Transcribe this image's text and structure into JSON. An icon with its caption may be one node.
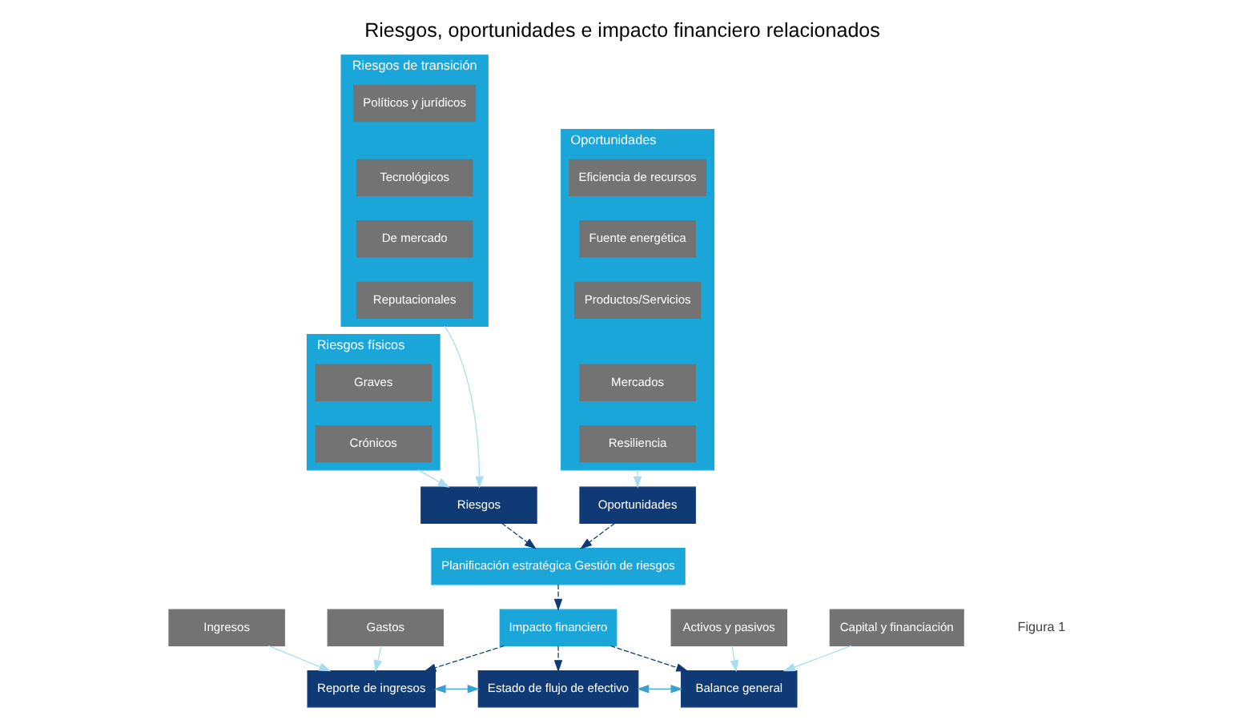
{
  "diagram": {
    "title": "Riesgos, oportunidades e impacto financiero relacionados",
    "nodes": [
      {
        "text": [
          "Riesgos de transición"
        ]
      },
      {
        "text": [
          "Políticos y jurídicos"
        ],
        "in": 0
      },
      {
        "text": [
          "Tecnológicos"
        ],
        "in": 0
      },
      {
        "text": [
          "De mercado"
        ],
        "in": 0
      },
      {
        "text": [
          "Reputacionales"
        ],
        "in": 0
      },
      {
        "text": [
          "Riesgos físicos"
        ]
      },
      {
        "text": [
          "Graves"
        ],
        "in": 5
      },
      {
        "text": [
          "Crónicos"
        ],
        "in": 5
      },
      {
        "text": [
          "Oportunidades"
        ]
      },
      {
        "text": [
          "Eficiencia de recursos"
        ],
        "in": 8
      },
      {
        "text": [
          "Fuente energética"
        ],
        "in": 8
      },
      {
        "text": [
          "Productos/Servicios"
        ],
        "in": 8
      },
      {
        "text": [
          "Mercados"
        ],
        "in": 8
      },
      {
        "text": [
          "Resiliencia"
        ],
        "in": 8
      },
      {
        "text": [
          "Riesgos"
        ]
      },
      {
        "text": [
          "Oportunidades"
        ]
      },
      {
        "text": [
          "Planificación estratégica Gestión de riesgos"
        ]
      },
      {
        "text": [
          "Impacto financiero"
        ]
      },
      {
        "text": [
          "Reporte de ingresos"
        ]
      },
      {
        "text": [
          "Estado de flujo de efectivo"
        ]
      },
      {
        "text": [
          "Balance general"
        ]
      },
      {
        "text": [
          "Ingresos"
        ]
      },
      {
        "text": [
          "Gastos"
        ]
      },
      {
        "text": [
          "Activos y pasivos"
        ]
      },
      {
        "text": [
          "Capital y financiación"
        ]
      }
    ],
    "edges": [
      {
        "from": 0,
        "to": 14,
        "arrow": "to",
        "color": "#a8dcef"
      },
      {
        "from": 5,
        "to": 14,
        "arrow": "to",
        "color": "#a8dcef"
      },
      {
        "from": 8,
        "to": 15,
        "arrow": "to",
        "color": "#a8dcef"
      },
      {
        "from": 14,
        "to": 16,
        "arrow": "to",
        "style": "dashed",
        "color": "#0f3a75"
      },
      {
        "from": 15,
        "to": 16,
        "arrow": "to",
        "style": "dashed",
        "color": "#0f3a75"
      },
      {
        "from": 16,
        "to": 17,
        "arrow": "to",
        "style": "dashed",
        "color": "#0f3a75"
      },
      {
        "from": 17,
        "to": 18,
        "arrow": "to",
        "style": "dashed",
        "color": "#0f3a75"
      },
      {
        "from": 17,
        "to": 19,
        "arrow": "to",
        "style": "dashed",
        "color": "#0f3a75"
      },
      {
        "from": 17,
        "to": 20,
        "arrow": "to",
        "style": "dashed",
        "color": "#0f3a75"
      },
      {
        "from": 18,
        "to": 19,
        "arrow": "both",
        "color": "#3aa0d0"
      },
      {
        "from": 19,
        "to": 20,
        "arrow": "both",
        "color": "#3aa0d0"
      },
      {
        "from": 21,
        "to": 18,
        "arrow": "to",
        "color": "#a8dcef"
      },
      {
        "from": 22,
        "to": 18,
        "arrow": "to",
        "color": "#a8dcef"
      },
      {
        "from": 23,
        "to": 20,
        "arrow": "to",
        "color": "#a8dcef"
      },
      {
        "from": 24,
        "to": 20,
        "arrow": "to",
        "color": "#a8dcef"
      }
    ],
    "labels": [
      "Figura 1"
    ]
  }
}
